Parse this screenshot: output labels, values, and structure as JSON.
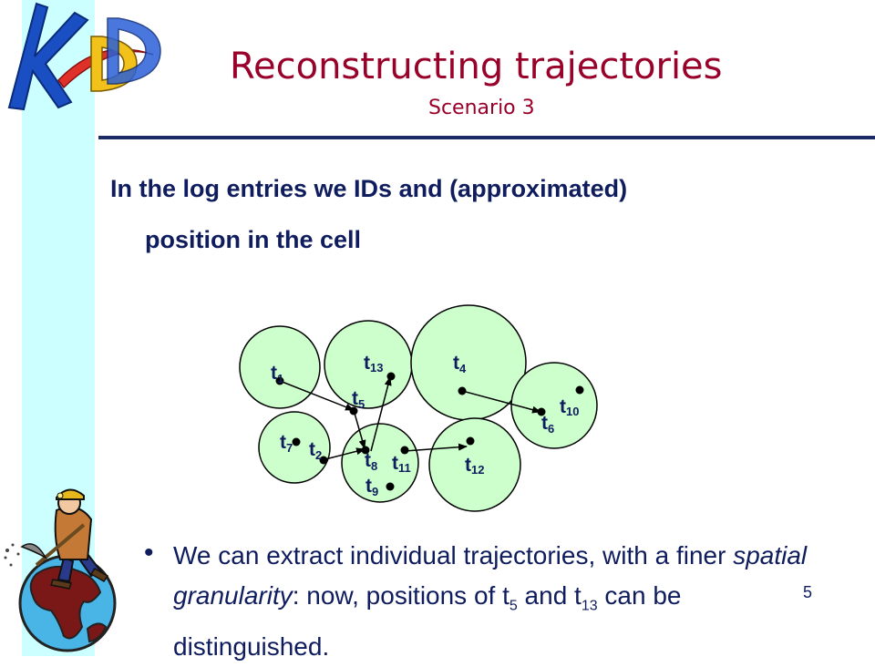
{
  "title": "Reconstructing trajectories",
  "subtitle": "Scenario 3",
  "intro": {
    "line1": "In the log entries we IDs and (approximated)",
    "line2": "position in the cell"
  },
  "diagram": {
    "labels": {
      "t1": "1",
      "t2": "2",
      "t4": "4",
      "t5": "5",
      "t6": "6",
      "t7": "7",
      "t8": "8",
      "t9": "9",
      "t10": "10",
      "t11": "11",
      "t12": "12",
      "t13": "13"
    },
    "label_prefix": "t"
  },
  "bullet": {
    "part1": "We can extract individual trajectories, with a finer ",
    "emph": "spatial granularity",
    "part2": ": now, positions of t",
    "sub1": "5",
    "part3": " and t",
    "sub2": "13",
    "part4": " can be distinguished."
  },
  "page_number": "5",
  "colors": {
    "title": "#99002a",
    "text": "#0f1d5e",
    "sidebar": "#ccffff",
    "cell_fill": "#ccffcc",
    "rule": "#1c2b63"
  }
}
